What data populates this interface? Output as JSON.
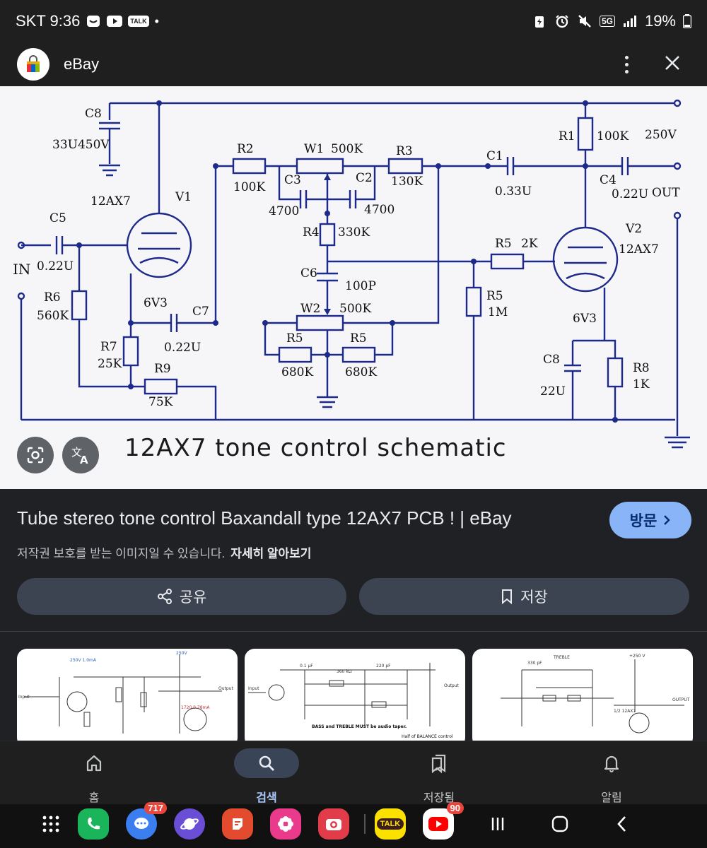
{
  "status_bar": {
    "carrier_time": "SKT 9:36",
    "battery": "19%",
    "notification_talk": "TALK",
    "network": "5G"
  },
  "header": {
    "site_name": "eBay"
  },
  "image": {
    "caption": "12AX7 tone control schematic",
    "labels": {
      "c8_top": "C8",
      "c8_top_val": "33U450V",
      "v1": "V1",
      "v1_type": "12AX7",
      "v1_heater": "6V3",
      "c5": "C5",
      "c5_val": "0.22U",
      "in": "IN",
      "r6": "R6",
      "r6_val": "560K",
      "r7": "R7",
      "r7_val": "25K",
      "r9": "R9",
      "r9_val": "75K",
      "c7": "C7",
      "c7_val": "0.22U",
      "r2": "R2",
      "r2_val": "100K",
      "w1": "W1",
      "w1_val": "500K",
      "r3": "R3",
      "r3_val": "130K",
      "c3": "C3",
      "c3_val": "4700",
      "c2": "C2",
      "c2_val": "4700",
      "r4": "R4",
      "r4_val": "330K",
      "c6": "C6",
      "c6_val": "100P",
      "w2": "W2",
      "w2_val": "500K",
      "r5a": "R5",
      "r5a_val": "680K",
      "r5b": "R5",
      "r5b_val": "680K",
      "r5c": "R5",
      "r5c_val": "1M",
      "r5d": "R5",
      "r5d_val": "2K",
      "c1": "C1",
      "c1_val": "0.33U",
      "r1": "R1",
      "r1_val": "100K",
      "v250": "250V",
      "c4": "C4",
      "c4_val": "0.22U",
      "out": "OUT",
      "v2": "V2",
      "v2_type": "12AX7",
      "v2_heater": "6V3",
      "c8_bot": "C8",
      "c8_bot_val": "22U",
      "r8": "R8",
      "r8_val": "1K"
    }
  },
  "result": {
    "title": "Tube stereo tone control Baxandall type 12AX7 PCB ! | eBay",
    "visit_label": "방문",
    "copyright_text": "저작권 보호를 받는 이미지일 수 있습니다.",
    "learn_more": "자세히 알아보기",
    "share_label": "공유",
    "save_label": "저장"
  },
  "thumbnails": {
    "t1": {
      "a": "250V 1.0mA",
      "b": "250V",
      "c": "Input",
      "d": "Output",
      "e": "1720 0.78mA"
    },
    "t2": {
      "a": "0.1 μF",
      "b": "360 kΩ",
      "c": "220 pF",
      "d": "Input",
      "e": "Output",
      "f": "BASS and TREBLE MUST be audio taper.",
      "g": "Half of BALANCE control"
    },
    "t3": {
      "a": "TREBLE",
      "b": "330 pF",
      "c": "+250 V",
      "d": "OUTPUT",
      "e": "1/2 12AX7"
    }
  },
  "bottom_nav": {
    "home": "홈",
    "search": "검색",
    "saved": "저장됨",
    "notifications": "알림"
  },
  "dock": {
    "messages_badge": "717",
    "youtube_badge": "90",
    "talk_label": "TALK"
  },
  "colors": {
    "accent": "#8ab4f8",
    "background": "#202124",
    "button_bg": "#3c4351",
    "wire": "#1e2a8a"
  }
}
